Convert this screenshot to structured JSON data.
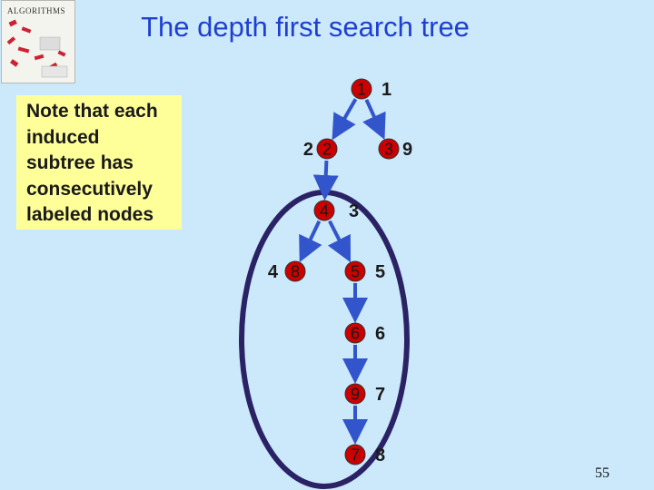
{
  "title": "The depth first search tree",
  "book": {
    "title": "ALGORITHMS"
  },
  "note": {
    "lines": [
      "Note that each",
      "induced",
      "subtree has",
      "consecutively",
      "labeled nodes"
    ]
  },
  "colors": {
    "title": "#1f3fd0",
    "node_fill": "#cc0000",
    "edge": "#3355cc",
    "ellipse": "#2b2266",
    "note_bg": "#ffff99"
  },
  "nodes": [
    {
      "id": "1",
      "order": "1"
    },
    {
      "id": "2",
      "order": "2"
    },
    {
      "id": "3",
      "order": "9"
    },
    {
      "id": "4",
      "order": "3"
    },
    {
      "id": "8",
      "order": "4"
    },
    {
      "id": "5",
      "order": "5"
    },
    {
      "id": "6",
      "order": "6"
    },
    {
      "id": "9",
      "order": "7"
    },
    {
      "id": "7",
      "order": "8"
    }
  ],
  "edges": [
    {
      "from": "1",
      "to": "2"
    },
    {
      "from": "1",
      "to": "3"
    },
    {
      "from": "2",
      "to": "4"
    },
    {
      "from": "4",
      "to": "8"
    },
    {
      "from": "4",
      "to": "5"
    },
    {
      "from": "5",
      "to": "6"
    },
    {
      "from": "6",
      "to": "9"
    },
    {
      "from": "9",
      "to": "7"
    }
  ],
  "page_number": "55"
}
